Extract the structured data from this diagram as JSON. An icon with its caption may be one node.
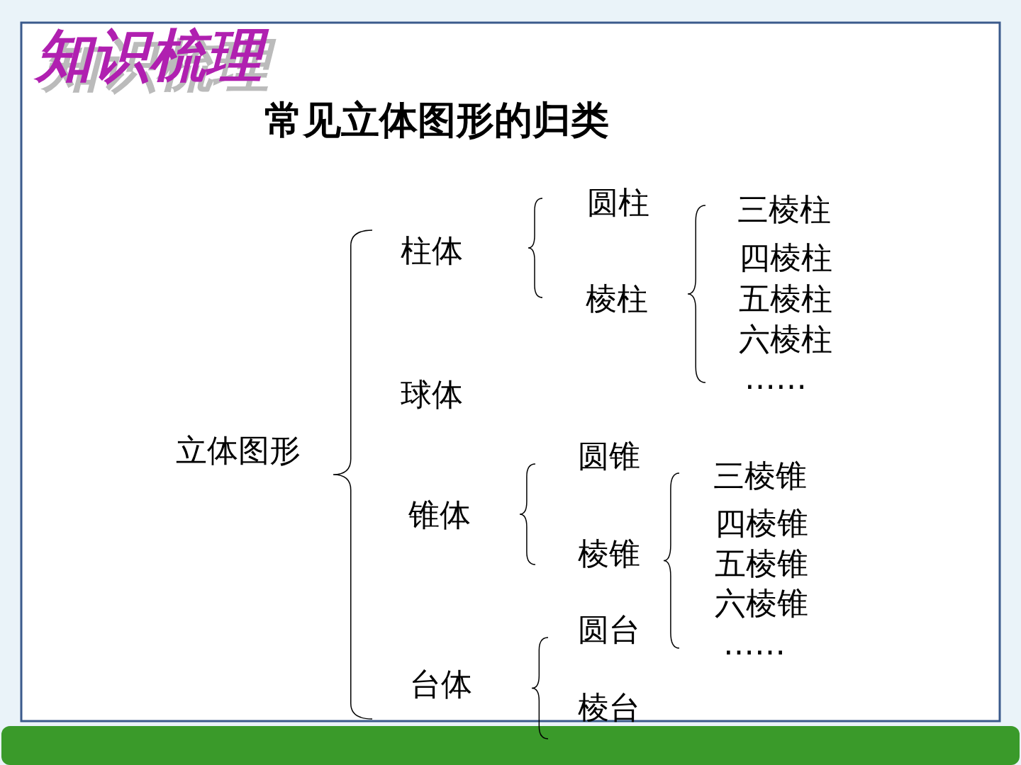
{
  "diagram": {
    "title": "常见立体图形的归类",
    "labels": [
      "知识梳理",
      "圆柱",
      "三棱柱",
      "柱体",
      "四棱柱",
      "棱柱",
      "五棱柱",
      "六棱柱",
      "……",
      "球体",
      "立体图形",
      "圆锥",
      "三棱锥",
      "锥体",
      "四棱锥",
      "棱锥",
      "五棱锥",
      "六棱锥",
      "圆台",
      "……",
      "台体",
      "棱台"
    ]
  }
}
